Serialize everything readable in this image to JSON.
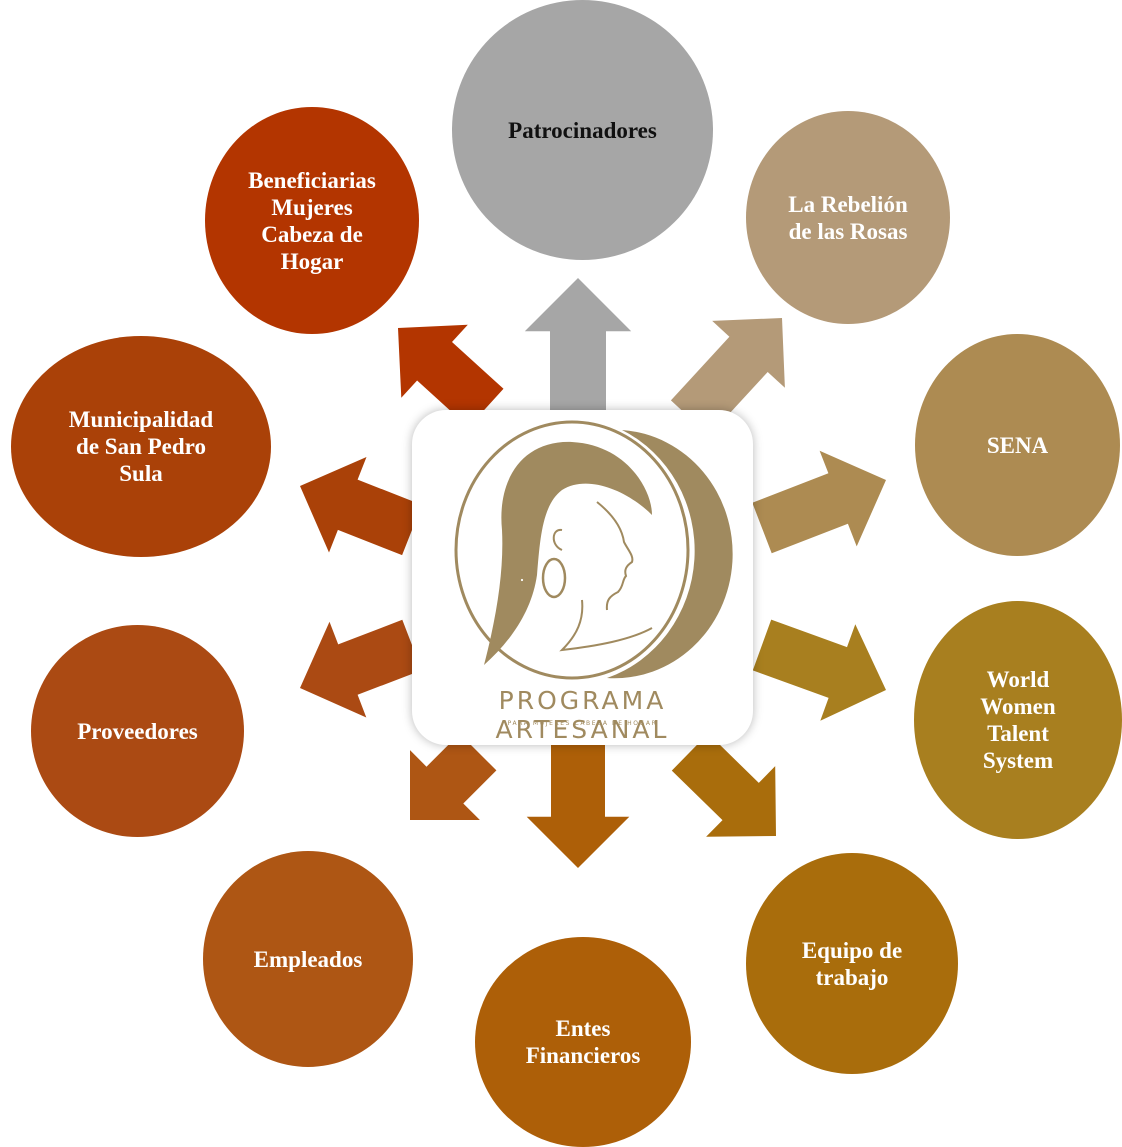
{
  "diagram": {
    "center": {
      "logo_title": "PROGRAMA ARTESANAL",
      "logo_subtitle": "PARA MUJERES CABEZA DE HOGAR"
    },
    "nodes": [
      {
        "id": "patrocinadores",
        "label": "Patrocinadores",
        "color": "#A6A6A6"
      },
      {
        "id": "rebelion",
        "label": "La Rebelión\nde las Rosas",
        "color": "#B49A78"
      },
      {
        "id": "sena",
        "label": "SENA",
        "color": "#AD8B52"
      },
      {
        "id": "world-women",
        "label": "World\nWomen\nTalent\nSystem",
        "color": "#A87F1F"
      },
      {
        "id": "equipo",
        "label": "Equipo de\ntrabajo",
        "color": "#A96D0C"
      },
      {
        "id": "entes",
        "label": "Entes\nFinancieros",
        "color": "#AD5F08"
      },
      {
        "id": "empleados",
        "label": "Empleados",
        "color": "#AE5614"
      },
      {
        "id": "proveedores",
        "label": "Proveedores",
        "color": "#AB4A13"
      },
      {
        "id": "municipalidad",
        "label": "Municipalidad\nde San Pedro\nSula",
        "color": "#AA4108"
      },
      {
        "id": "beneficiarias",
        "label": "Beneficiarias\nMujeres\nCabeza de\nHogar",
        "color": "#B33500"
      }
    ],
    "logo_colors": {
      "gold": "#A08A5F"
    }
  }
}
